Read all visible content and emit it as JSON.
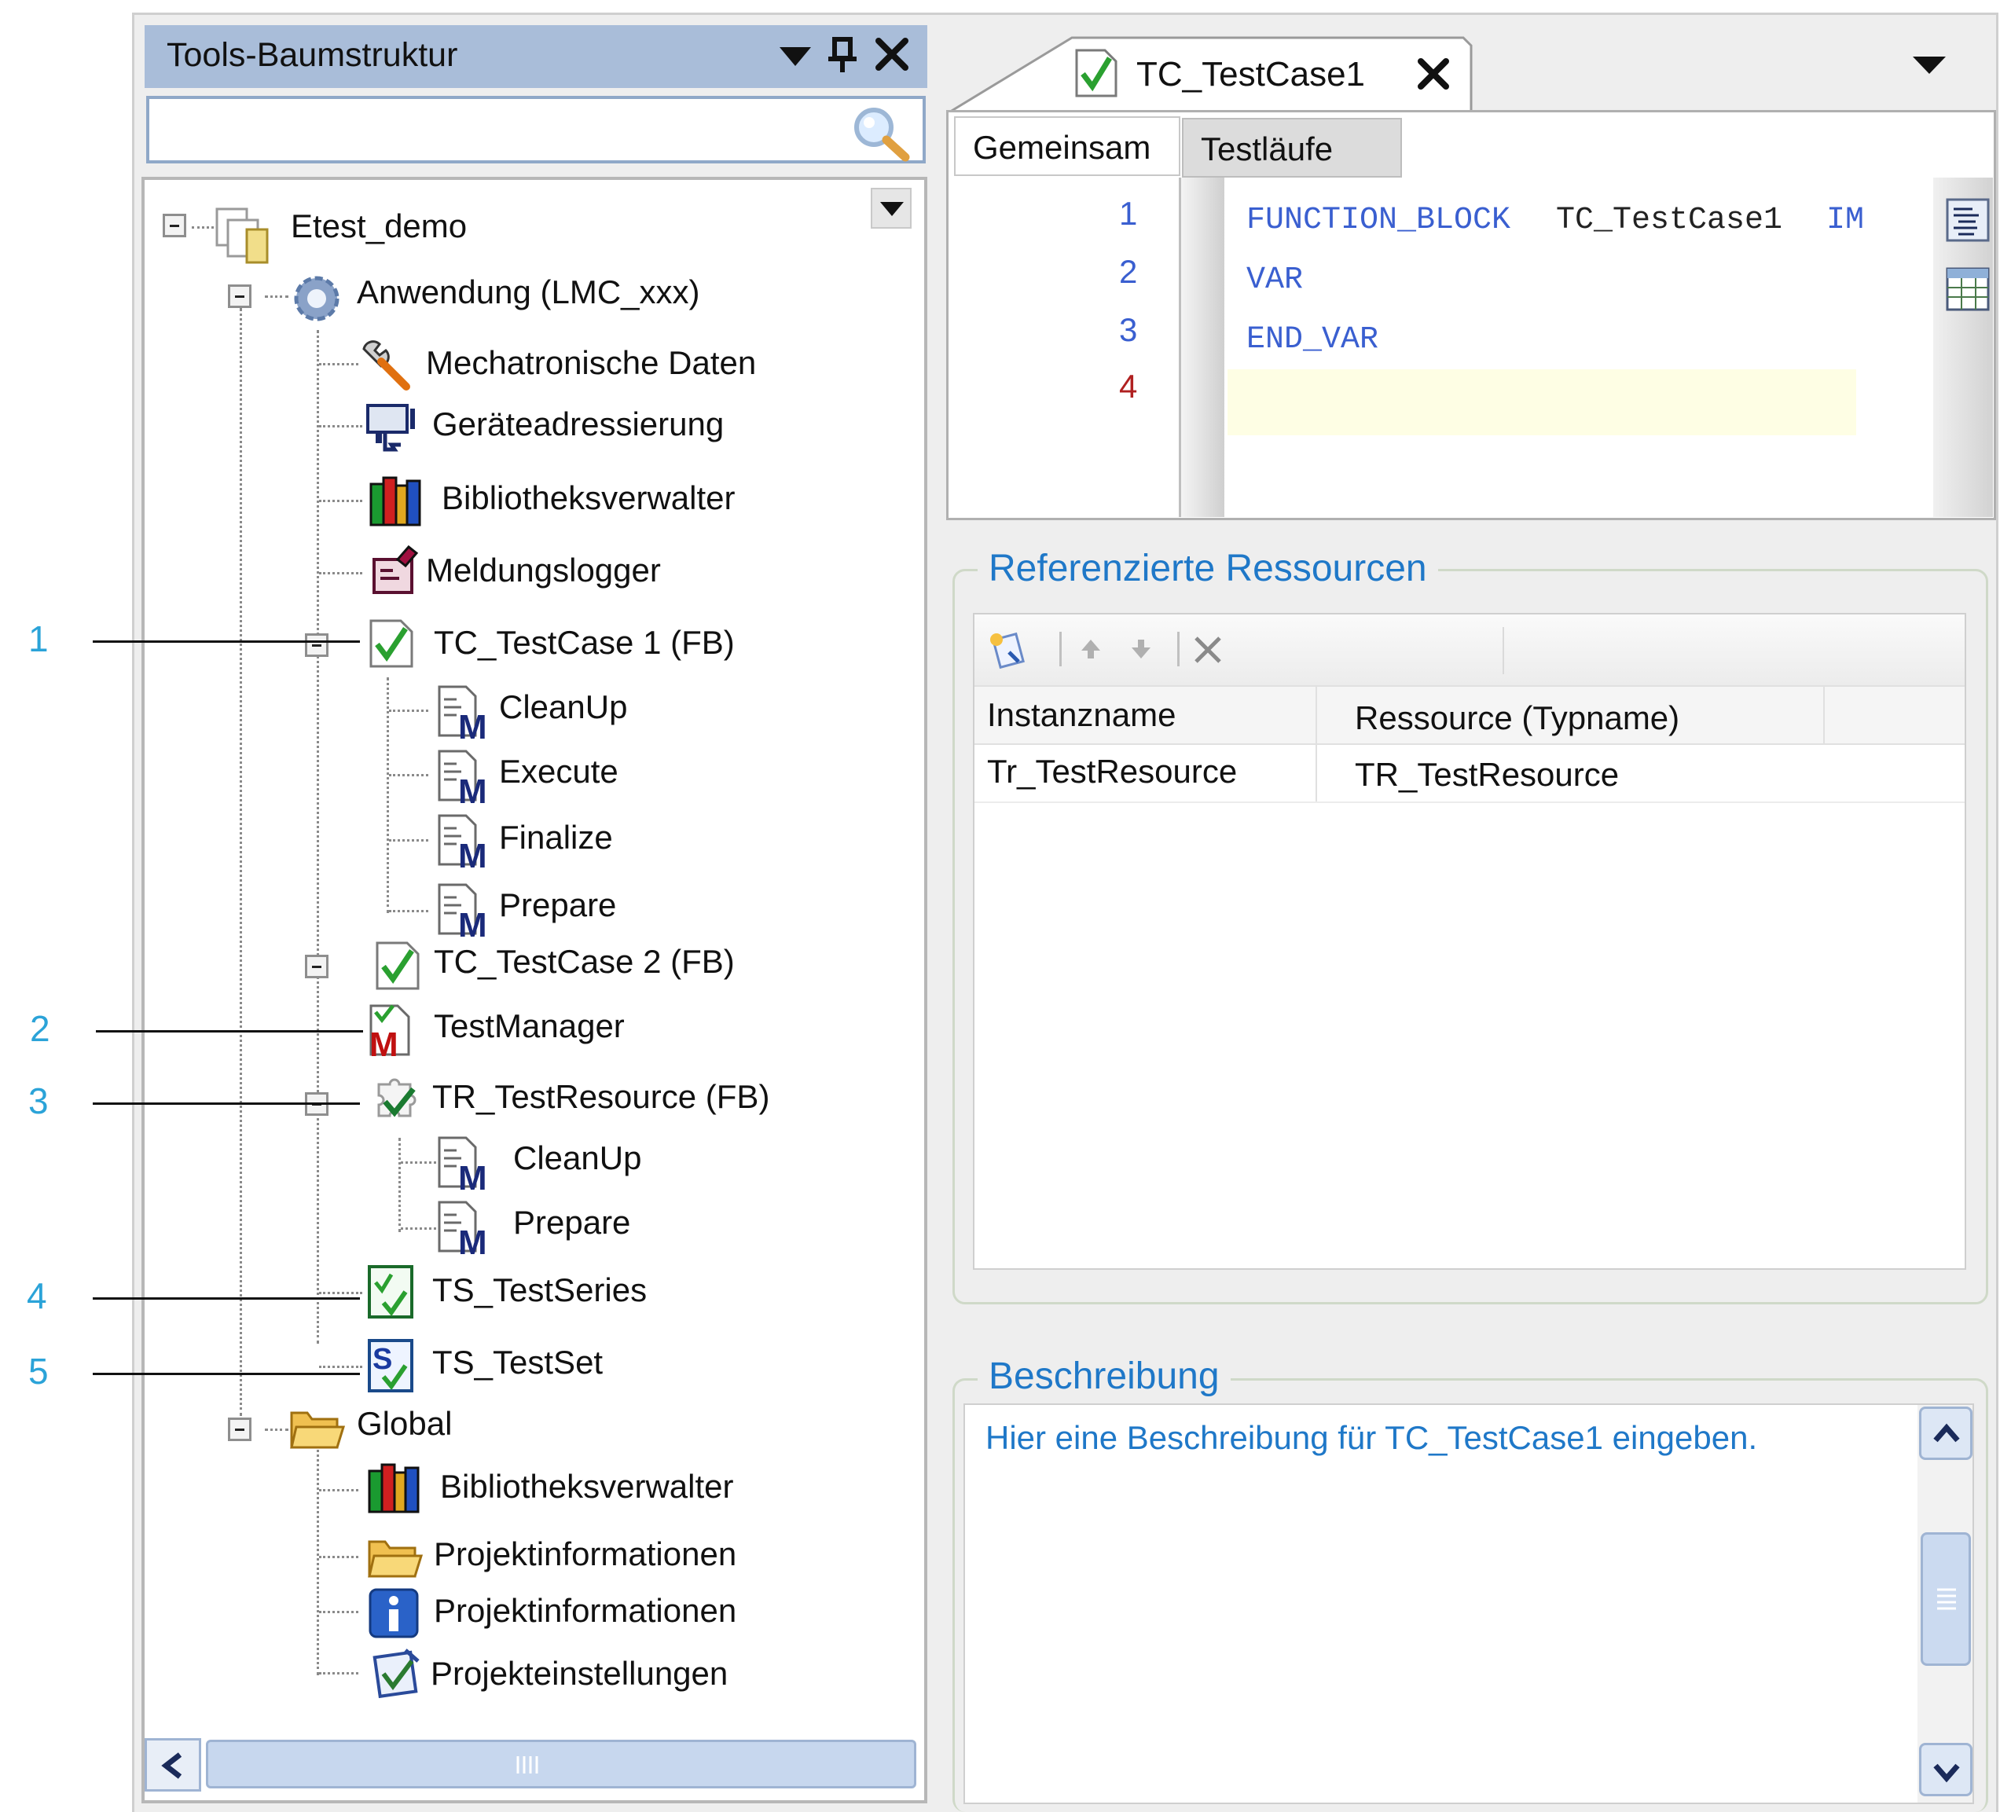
{
  "tree_panel": {
    "title": "Tools-Baumstruktur",
    "search_placeholder": "",
    "nodes": [
      {
        "label": "Etest_demo",
        "icon": "project-icon"
      },
      {
        "label": "Anwendung (LMC_xxx)",
        "icon": "application-gear-icon"
      },
      {
        "label": "Mechatronische Daten",
        "icon": "wrench-icon"
      },
      {
        "label": "Geräteadressierung",
        "icon": "device-address-icon"
      },
      {
        "label": "Bibliotheksverwalter",
        "icon": "library-books-icon"
      },
      {
        "label": "Meldungslogger",
        "icon": "message-logger-icon"
      },
      {
        "label": "TC_TestCase 1 (FB)",
        "icon": "testcase-check-icon"
      },
      {
        "label": "CleanUp",
        "icon": "method-icon"
      },
      {
        "label": "Execute",
        "icon": "method-icon"
      },
      {
        "label": "Finalize",
        "icon": "method-icon"
      },
      {
        "label": "Prepare",
        "icon": "method-icon"
      },
      {
        "label": "TC_TestCase 2 (FB)",
        "icon": "testcase-check-icon"
      },
      {
        "label": "TestManager",
        "icon": "testmanager-icon"
      },
      {
        "label": "TR_TestResource (FB)",
        "icon": "test-resource-puzzle-icon"
      },
      {
        "label": "CleanUp",
        "icon": "method-icon"
      },
      {
        "label": "Prepare",
        "icon": "method-icon"
      },
      {
        "label": "TS_TestSeries",
        "icon": "test-series-icon"
      },
      {
        "label": "TS_TestSet",
        "icon": "test-set-icon"
      },
      {
        "label": "Global",
        "icon": "folder-icon"
      },
      {
        "label": "Bibliotheksverwalter",
        "icon": "library-books-icon"
      },
      {
        "label": "Projektinformationen",
        "icon": "folder-icon"
      },
      {
        "label": "Projektinformationen",
        "icon": "info-icon"
      },
      {
        "label": "Projekteinstellungen",
        "icon": "settings-check-icon"
      }
    ]
  },
  "callouts": [
    "1",
    "2",
    "3",
    "4",
    "5"
  ],
  "editor": {
    "tab_label": "TC_TestCase1",
    "subtabs": [
      "Gemeinsam",
      "Testläufe"
    ],
    "line_numbers": [
      "1",
      "2",
      "3",
      "4"
    ],
    "code": {
      "line1_kw": "FUNCTION_BLOCK",
      "line1_name": "TC_TestCase1",
      "line1_kw2": "IM",
      "line2": "VAR",
      "line3": "END_VAR"
    }
  },
  "resources": {
    "title": "Referenzierte Ressourcen",
    "columns": [
      "Instanzname",
      "Ressource (Typname)"
    ],
    "rows": [
      [
        "Tr_TestResource",
        "TR_TestResource"
      ]
    ]
  },
  "description": {
    "title": "Beschreibung",
    "text": "Hier eine Beschreibung für TC_TestCase1 eingeben."
  },
  "colors": {
    "accent": "#1f78c8",
    "callout": "#2ba3d8",
    "keyword": "#3a5fd0",
    "title_bar": "#a9bdd9"
  }
}
